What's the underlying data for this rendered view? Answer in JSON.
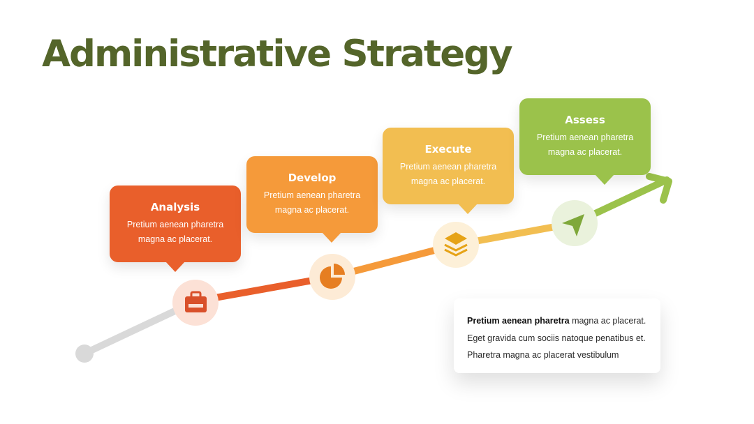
{
  "title": "Administrative Strategy",
  "colors": {
    "title": "#54652A",
    "analysis": "#E95F2B",
    "develop": "#F59A3A",
    "execute": "#F2BE51",
    "assess": "#9BC24B",
    "track_start": "#D9D9D9"
  },
  "steps": [
    {
      "title": "Analysis",
      "text": "Pretium aenean pharetra magna ac placerat.",
      "icon": "briefcase-icon"
    },
    {
      "title": "Develop",
      "text": "Pretium aenean pharetra magna ac placerat.",
      "icon": "pie-chart-icon"
    },
    {
      "title": "Execute",
      "text": "Pretium aenean pharetra magna ac placerat.",
      "icon": "layers-icon"
    },
    {
      "title": "Assess",
      "text": "Pretium aenean pharetra magna ac placerat.",
      "icon": "send-icon"
    }
  ],
  "note": {
    "bold": "Pretium aenean pharetra",
    "text": " magna ac placerat. Eget gravida cum sociis natoque penatibus et. Pharetra magna ac placerat vestibulum"
  }
}
